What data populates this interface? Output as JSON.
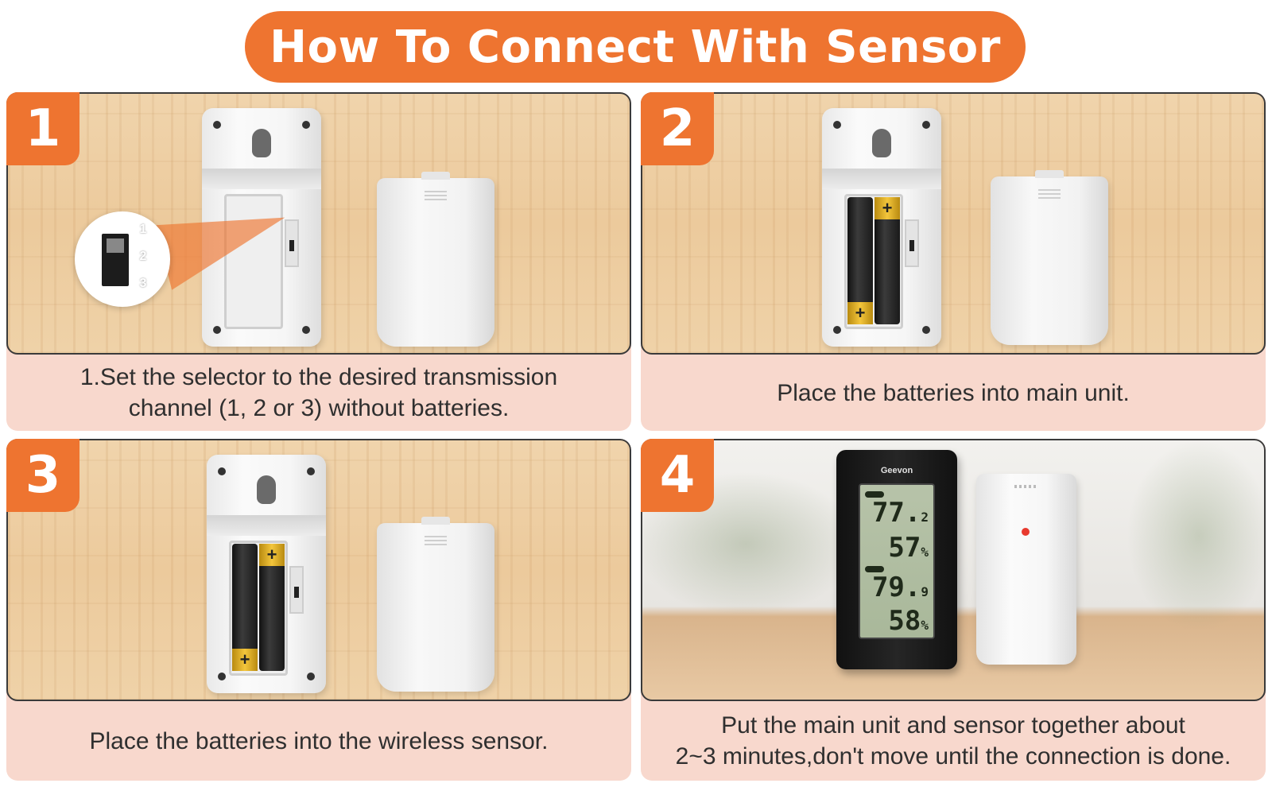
{
  "title": "How To Connect With Sensor",
  "steps": [
    {
      "number": "1",
      "caption": "1.Set the selector to the desired transmission\n channel (1, 2 or 3) without batteries.",
      "selector_labels": [
        "1",
        "2",
        "3"
      ]
    },
    {
      "number": "2",
      "caption": "Place the batteries into main unit."
    },
    {
      "number": "3",
      "caption": "Place the batteries into the wireless sensor."
    },
    {
      "number": "4",
      "caption": "Put the main unit and sensor together about\n2~3 minutes,don't move until the connection is done.",
      "station": {
        "brand": "Geevon",
        "readings": [
          {
            "value": "77.",
            "decimal": "2"
          },
          {
            "value": "57",
            "decimal": "%"
          },
          {
            "value": "79.",
            "decimal": "9"
          },
          {
            "value": "58",
            "decimal": "%"
          }
        ]
      }
    }
  ],
  "colors": {
    "accent": "#ee7430",
    "caption_bg": "#f8d8cd",
    "text": "#2f2f2f"
  }
}
